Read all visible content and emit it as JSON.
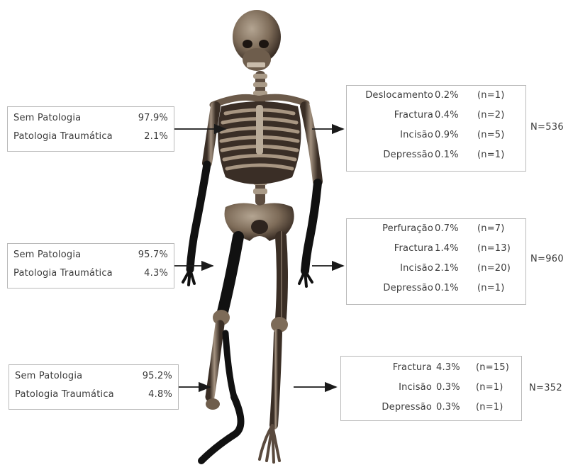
{
  "regions": [
    {
      "left_box": [
        {
          "label": "Sem Patologia",
          "value": "97.9%"
        },
        {
          "label": "Patologia Traumática",
          "value": "2.1%"
        }
      ],
      "right_box": [
        {
          "label": "Deslocamento",
          "value": "0.2%",
          "count": "(n=1)"
        },
        {
          "label": "Fractura",
          "value": "0.4%",
          "count": "(n=2)"
        },
        {
          "label": "Incisão",
          "value": "0.9%",
          "count": "(n=5)"
        },
        {
          "label": "Depressão",
          "value": "0.1%",
          "count": "(n=1)"
        }
      ],
      "total": "N=536"
    },
    {
      "left_box": [
        {
          "label": "Sem Patologia",
          "value": "95.7%"
        },
        {
          "label": "Patologia Traumática",
          "value": "4.3%"
        }
      ],
      "right_box": [
        {
          "label": "Perfuração",
          "value": "0.7%",
          "count": "(n=7)"
        },
        {
          "label": "Fractura",
          "value": "1.4%",
          "count": "(n=13)"
        },
        {
          "label": "Incisão",
          "value": "2.1%",
          "count": "(n=20)"
        },
        {
          "label": "Depressão",
          "value": "0.1%",
          "count": "(n=1)"
        }
      ],
      "total": "N=960"
    },
    {
      "left_box": [
        {
          "label": "Sem Patologia",
          "value": "95.2%"
        },
        {
          "label": "Patologia Traumática",
          "value": "4.8%"
        }
      ],
      "right_box": [
        {
          "label": "Fractura",
          "value": "4.3%",
          "count": "(n=15)"
        },
        {
          "label": "Incisão",
          "value": "0.3%",
          "count": "(n=1)"
        },
        {
          "label": "Depressão",
          "value": "0.3%",
          "count": "(n=1)"
        }
      ],
      "total": "N=352"
    }
  ],
  "colors": {
    "bone": "#8c7a66",
    "bone_dark": "#3b2f27",
    "highlight_black": "#111111",
    "box_border": "#b9b9b9",
    "text": "#3a3a3a"
  },
  "icons": [
    "skeleton-figure",
    "arrow-right-icon"
  ]
}
